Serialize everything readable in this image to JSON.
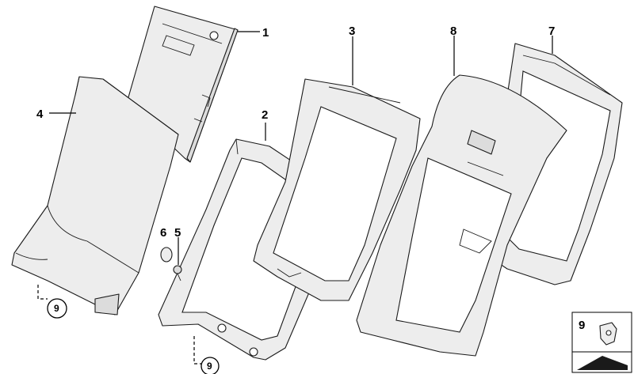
{
  "callouts": {
    "part_1": "1",
    "part_2": "2",
    "part_3": "3",
    "part_4": "4",
    "part_5": "5",
    "part_6": "6",
    "part_7": "7",
    "part_8": "8"
  },
  "references": {
    "ref_a": "9",
    "ref_b": "9"
  },
  "inset": {
    "label": "9"
  }
}
